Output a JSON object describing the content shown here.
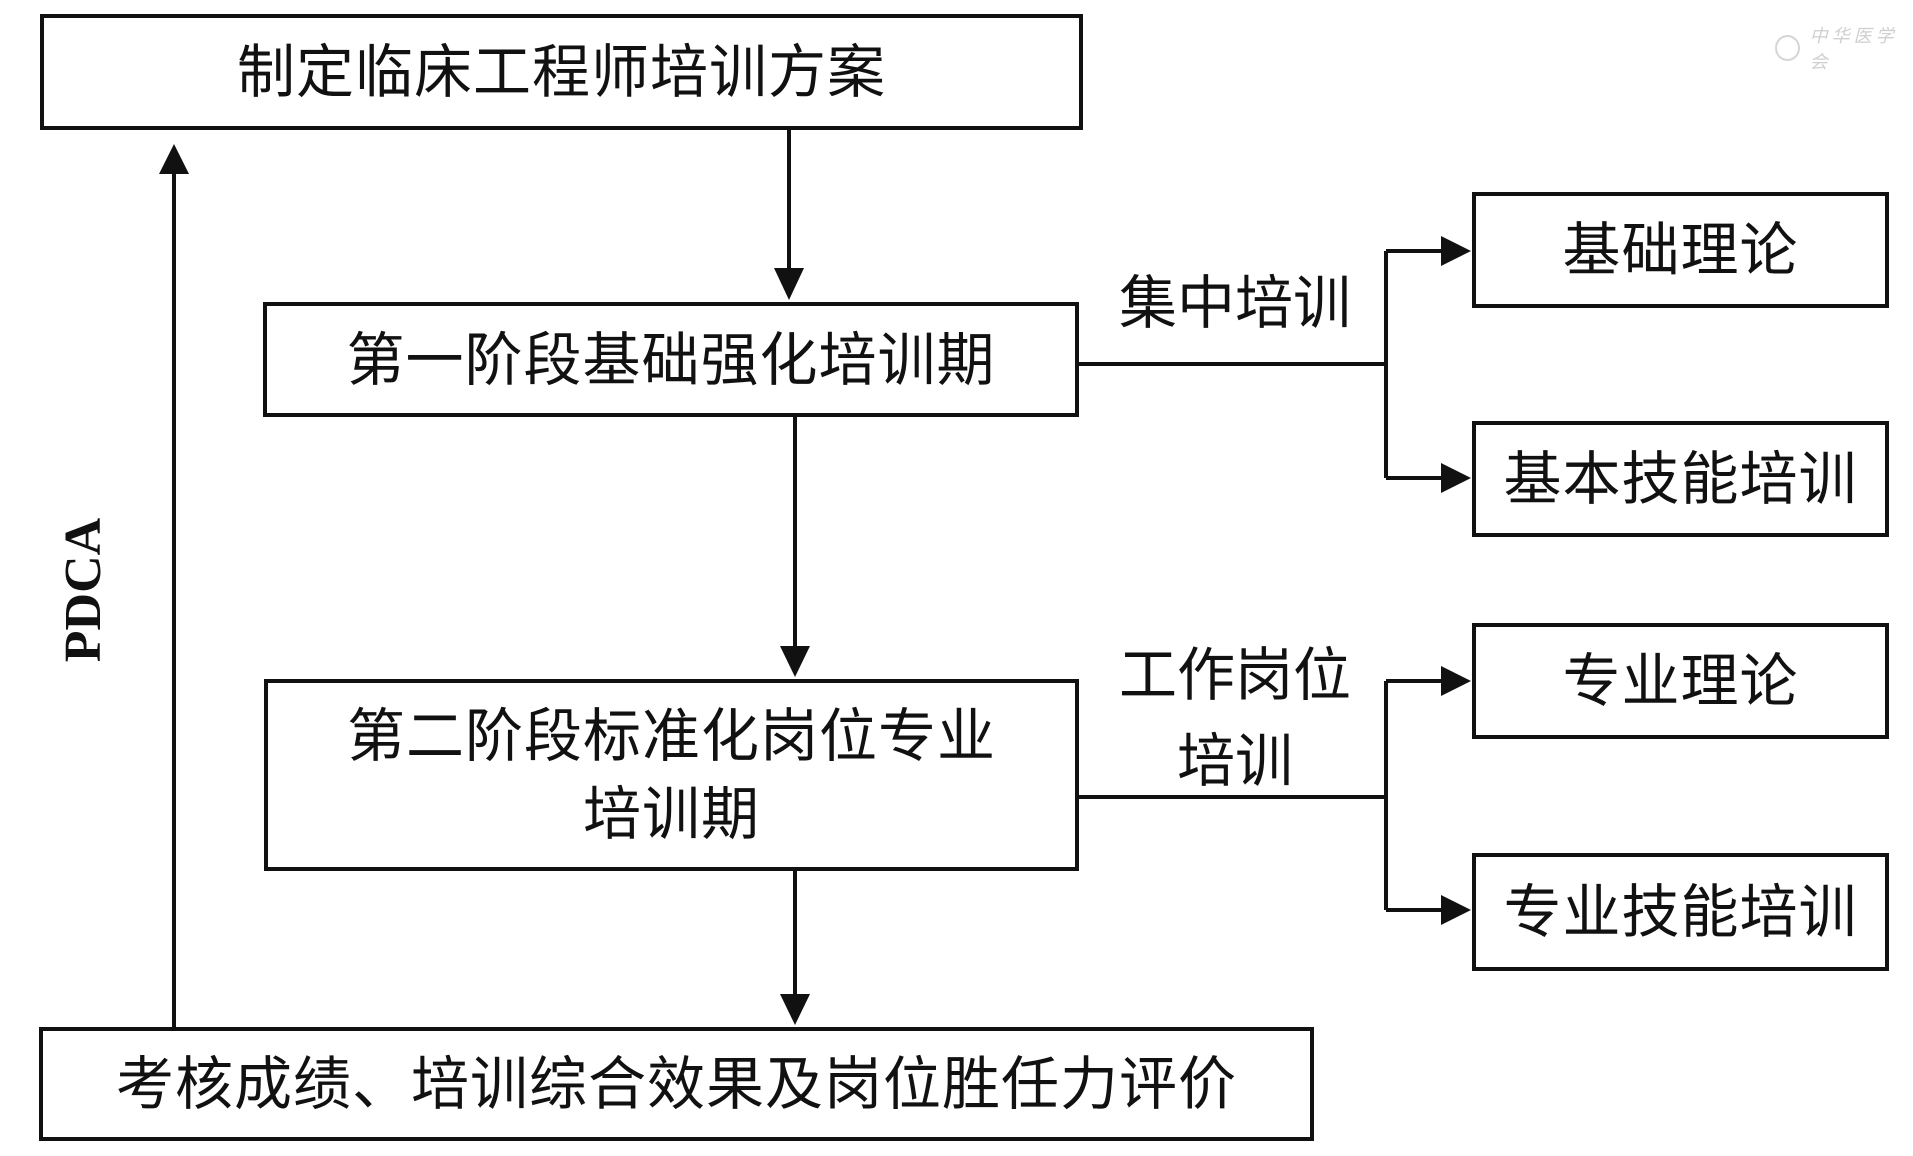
{
  "diagram": {
    "nodes": {
      "plan": "制定临床工程师培训方案",
      "stage1": "第一阶段基础强化培训期",
      "stage2": "第二阶段标准化岗位专业\n培训期",
      "evaluation": "考核成绩、培训综合效果及岗位胜任力评价",
      "basic_theory": "基础理论",
      "basic_skills": "基本技能培训",
      "pro_theory": "专业理论",
      "pro_skills": "专业技能培训"
    },
    "edge_labels": {
      "stage1_branch": "集中培训",
      "stage2_branch": "工作岗位\n培训",
      "feedback": "PDCA"
    },
    "watermark": {
      "icon": "society-seal-icon",
      "text": "中华医学会"
    }
  }
}
